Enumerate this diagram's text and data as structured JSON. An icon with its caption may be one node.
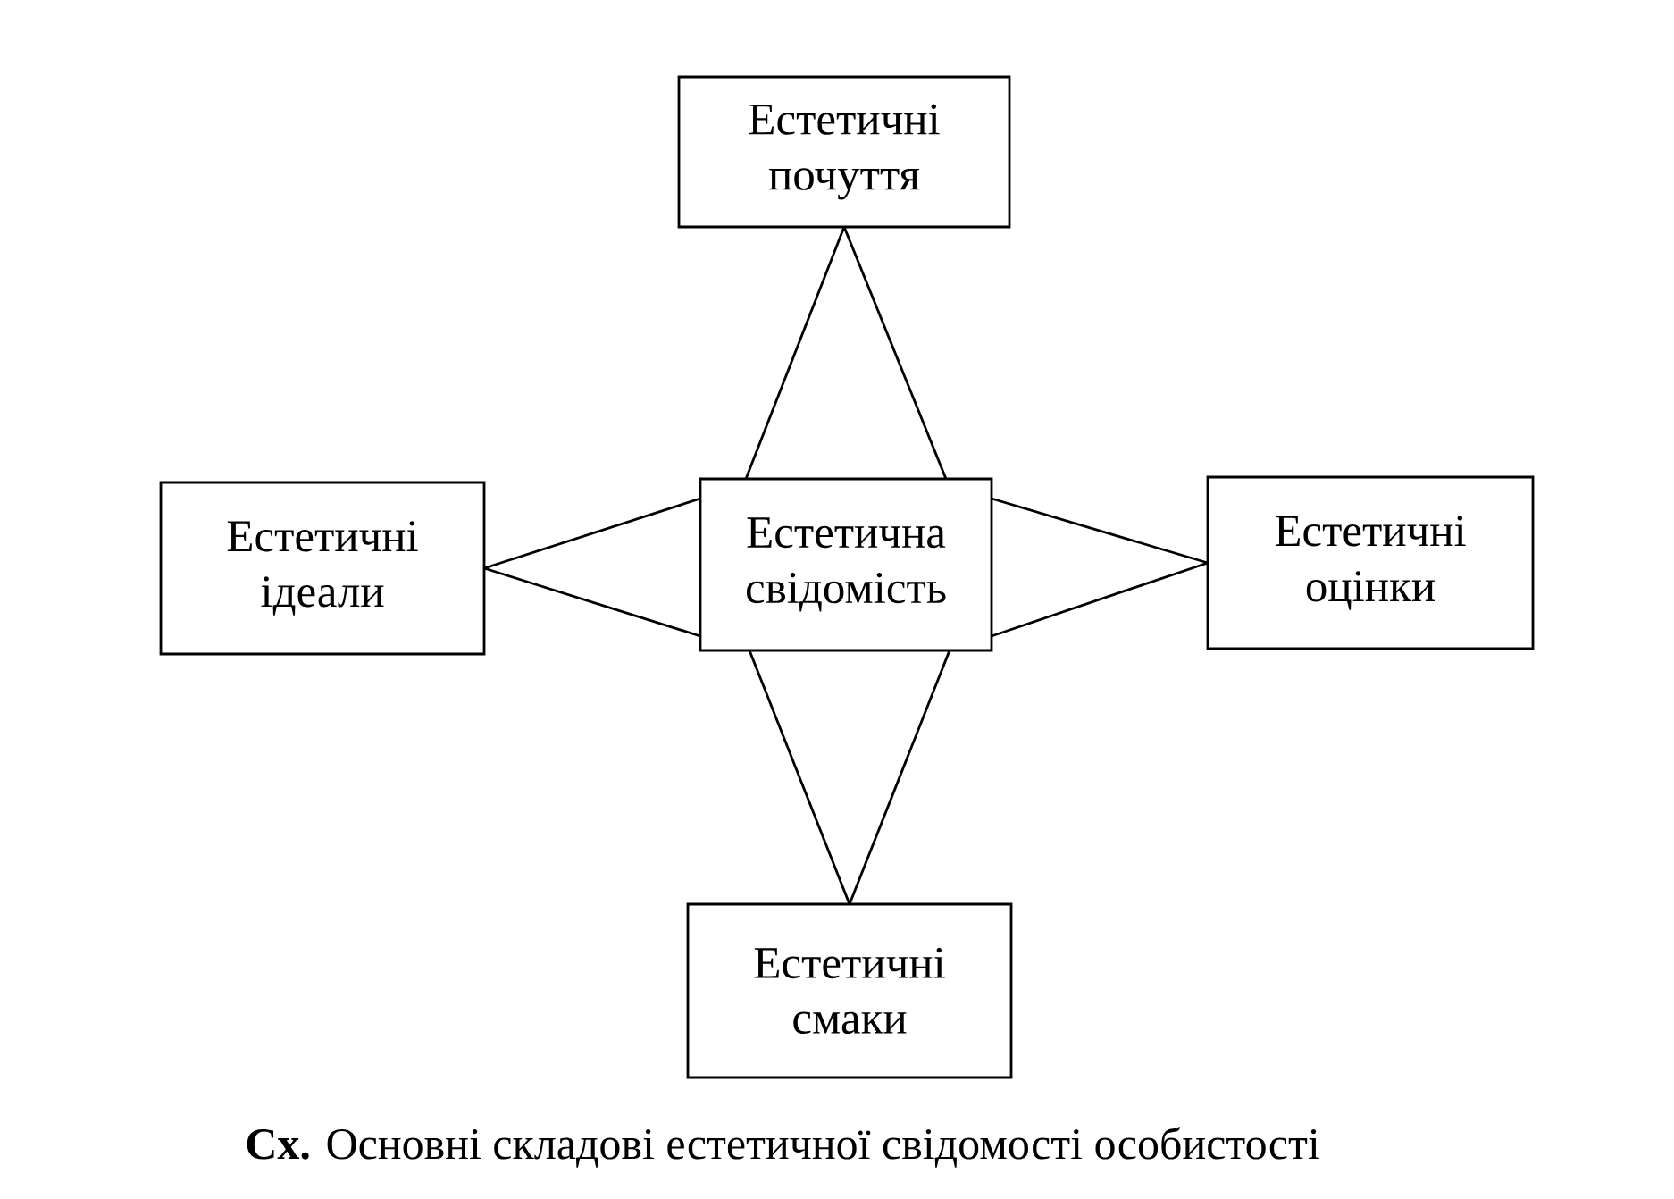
{
  "diagram": {
    "caption": "**Сх.** Основні складові естетичної свідомості особистості",
    "nodes": [
      {
        "text": [
          "Естетичні почуття"
        ]
      },
      {
        "text": [
          "Естетичні ідеали"
        ]
      },
      {
        "text": [
          "Естетична свідомість"
        ]
      },
      {
        "text": [
          "Естетичні оцінки"
        ]
      },
      {
        "text": [
          "Естетичні смаки"
        ]
      }
    ],
    "edges": [
      {
        "from": 0,
        "to": 2,
        "arrow": "none"
      },
      {
        "from": 0,
        "to": 2,
        "arrow": "none"
      },
      {
        "from": 1,
        "to": 2,
        "arrow": "none"
      },
      {
        "from": 1,
        "to": 2,
        "arrow": "none"
      },
      {
        "from": 2,
        "to": 3,
        "arrow": "none"
      },
      {
        "from": 2,
        "to": 3,
        "arrow": "none"
      },
      {
        "from": 2,
        "to": 4,
        "arrow": "none"
      },
      {
        "from": 2,
        "to": 4,
        "arrow": "none"
      }
    ]
  }
}
